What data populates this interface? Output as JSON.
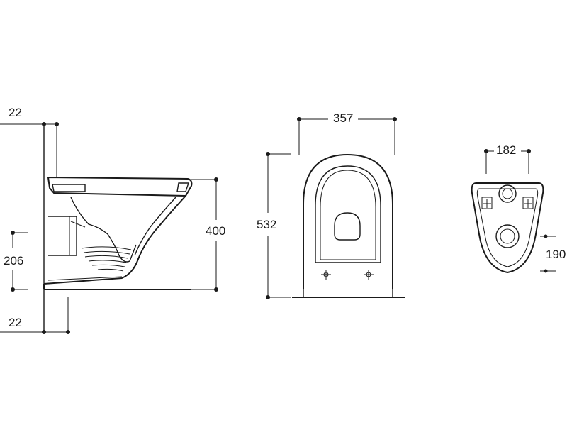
{
  "dimensions": {
    "side_top_wall_offset": "22",
    "side_bottom_wall_offset": "22",
    "side_inlet_height": "206",
    "side_height": "400",
    "front_width": "357",
    "front_height": "532",
    "rear_hole_spacing": "182",
    "rear_hole_height": "190"
  },
  "colors": {
    "line": "#1a1a1a",
    "background": "#ffffff"
  }
}
